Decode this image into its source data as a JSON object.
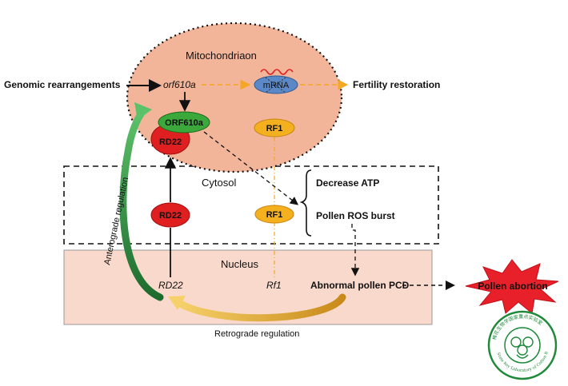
{
  "diagram": {
    "compartments": {
      "mitochondrion": "Mitochondriaon",
      "cytosol": "Cytosol",
      "nucleus": "Nucleus"
    },
    "labels": {
      "genomic_rearrangements": "Genomic rearrangements",
      "orf610a_gene": "orf610a",
      "mrna": "mRNA",
      "fertility_restoration": "Fertility restoration",
      "orf610a_protein": "ORF610a",
      "rd22_protein_mito": "RD22",
      "rf1_protein_mito": "RF1",
      "rd22_protein_cytosol": "RD22",
      "rf1_protein_cytosol": "RF1",
      "decrease_atp": "Decrease ATP",
      "pollen_ros_burst": "Pollen ROS burst",
      "rd22_gene": "RD22",
      "rf1_gene": "Rf1",
      "abnormal_pollen_pcd": "Abnormal pollen PCD",
      "pollen_abortion": "Pollen abortion",
      "anterograde_regulation": "Anterograde regulation",
      "retrograde_regulation": "Retrograde regulation"
    },
    "logo": {
      "text_cn": "棉花生物学国家重点实验室",
      "text_en": "State Key Laboratory of Cotton Biology"
    },
    "colors": {
      "mitochondrion_fill": "#f2b59a",
      "nucleus_fill": "#f9d9cc",
      "orf610a_green": "#3aa83a",
      "rd22_red": "#e02020",
      "rf1_orange": "#f5b020",
      "mrna_blue": "#5b88c6",
      "anterograde_green": "#3ca04a",
      "retrograde_yellow": "#e8b23a",
      "dashed_orange": "#f5a623",
      "starburst_red": "#e8202a",
      "logo_green": "#1f8a3a"
    }
  }
}
